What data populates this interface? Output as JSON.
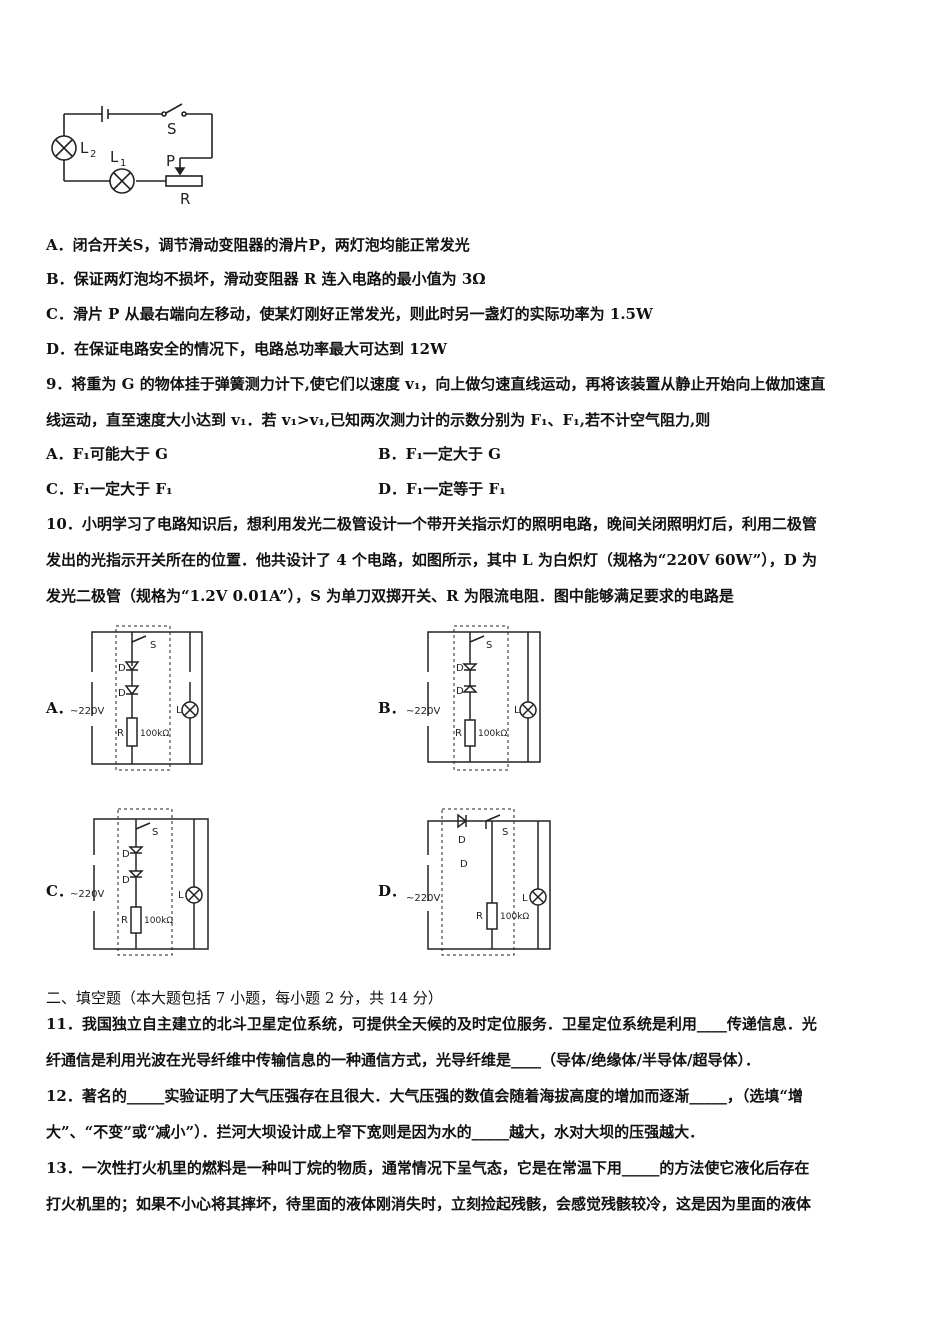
{
  "top_circuit": {
    "L2": "L",
    "L2_sub": "2",
    "L1": "L",
    "L1_sub": "1",
    "S": "S",
    "P": "P",
    "R": "R"
  },
  "q8_options": [
    "A．闭合开关S，调节滑动变阻器的滑片P，两灯泡均能正常发光",
    "B．保证两灯泡均不损坏，滑动变阻器 R 连入电路的最小值为 3Ω",
    "C．滑片 P 从最右端向左移动，使某灯刚好正常发光，则此时另一盏灯的实际功率为 1.5W",
    "D．在保证电路安全的情况下，电路总功率最大可达到 12W"
  ],
  "q9": {
    "line1": "9．将重为 G 的物体挂于弹簧测力计下,使它们以速度 v₁，向上做匀速直线运动，再将该装置从静止开始向上做加速直",
    "line2": "线运动，直至速度大小达到 v₁．若 v₁>v₁,已知两次测力计的示数分别为 F₁、F₁,若不计空气阻力,则",
    "optA": "A．F₁可能大于 G",
    "optB": "B．F₁一定大于 G",
    "optC": "C．F₁一定大于 F₁",
    "optD": "D．F₁一定等于 F₁"
  },
  "q10": {
    "line1": "10．小明学习了电路知识后，想利用发光二极管设计一个带开关指示灯的照明电路，晚间关闭照明灯后，利用二极管",
    "line2": "发出的光指示开关所在的位置．他共设计了 4 个电路，如图所示，其中 L 为白炽灯（规格为“220V 60W”），D 为",
    "line3": "发光二极管（规格为“1.2V 0.01A”），S 为单刀双掷开关、R 为限流电阻．图中能够满足要求的电路是",
    "labelA": "A．",
    "labelB": "B．",
    "labelC": "C．",
    "labelD": "D．",
    "circuit_labels": {
      "voltage": "~220V",
      "S": "S",
      "D": "D",
      "L": "L",
      "R": "R",
      "res": "100kΩ"
    }
  },
  "section2": {
    "heading": "二、填空题（本大题包括 7 小题，每小题 2 分，共 14 分）",
    "q11_l1": "11．我国独立自主建立的北斗卫星定位系统，可提供全天候的及时定位服务．卫星定位系统是利用____传递信息．光",
    "q11_l2": "纤通信是利用光波在光导纤维中传输信息的一种通信方式，光导纤维是____（导体/绝缘体/半导体/超导体）．",
    "q12_l1": "12．著名的_____实验证明了大气压强存在且很大．大气压强的数值会随着海拔高度的增加而逐渐_____，（选填“增",
    "q12_l2": "大”、“不变”或“减小”）．拦河大坝设计成上窄下宽则是因为水的_____越大，水对大坝的压强越大．",
    "q13_l1": "13．一次性打火机里的燃料是一种叫丁烷的物质，通常情况下呈气态，它是在常温下用_____的方法使它液化后存在",
    "q13_l2": "打火机里的；如果不小心将其摔坏，待里面的液体刚消失时，立刻捡起残骸，会感觉残骸较冷，这是因为里面的液体"
  }
}
